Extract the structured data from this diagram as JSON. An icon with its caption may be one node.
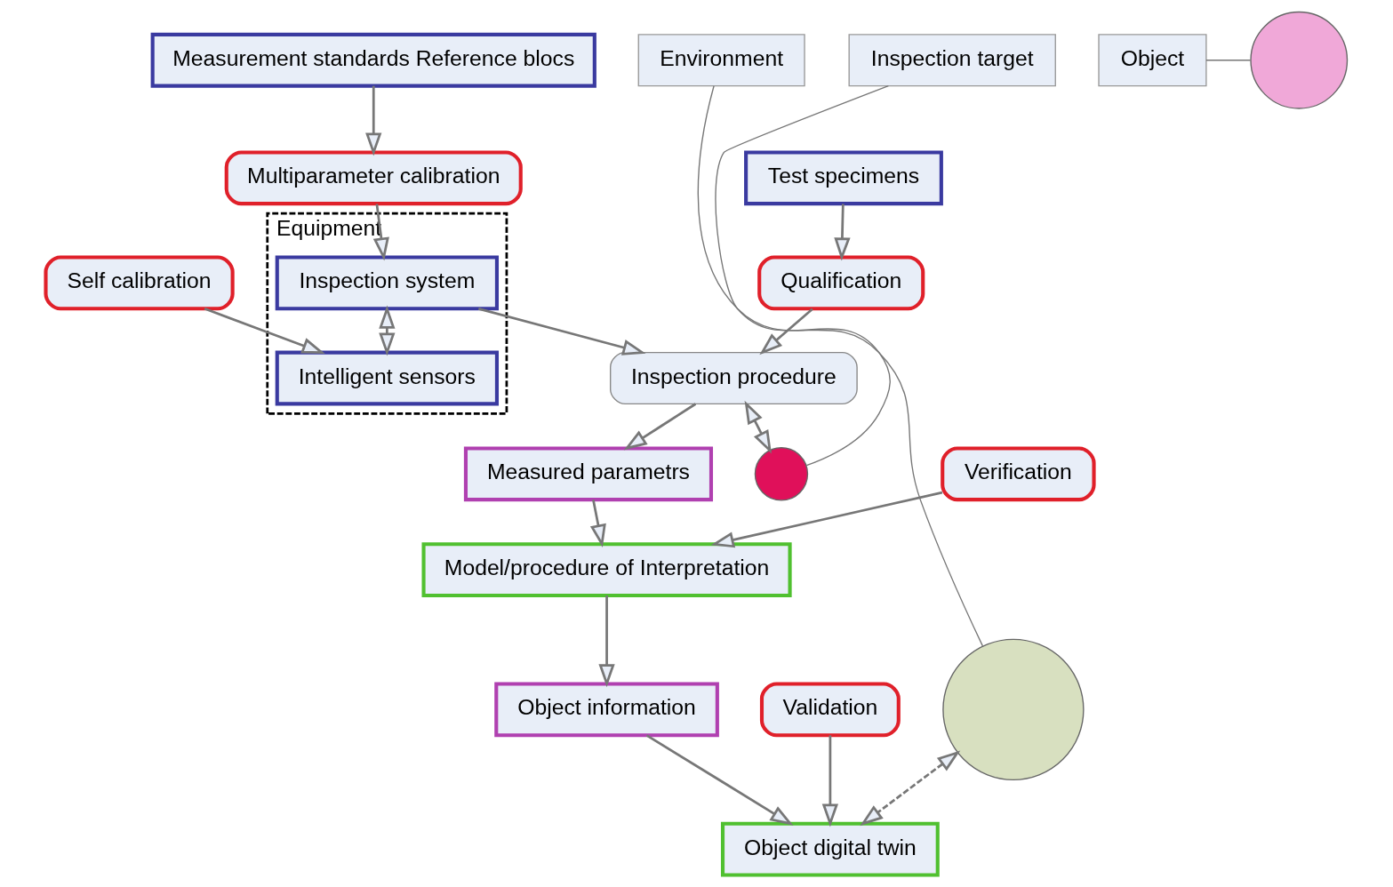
{
  "diagram": {
    "nodes": [
      {
        "text": [
          "Measurement standards Reference blocs"
        ]
      },
      {
        "text": [
          "Test specimens"
        ]
      },
      {
        "text": [
          "Object"
        ]
      },
      {
        "text": [
          "Inspection target"
        ]
      },
      {
        "text": [
          "Environment"
        ]
      },
      {
        "text": [
          "Multiparameter calibration"
        ]
      },
      {
        "text": [
          "Qualification"
        ]
      },
      {
        "text": [
          "Validation"
        ]
      },
      {
        "text": [
          "Equipment"
        ]
      },
      {
        "text": [
          "Inspection system"
        ],
        "in": 8
      },
      {
        "text": [
          "Inspection procedure"
        ]
      },
      {
        "text": [
          "Object digital twin"
        ]
      },
      {
        "text": [
          "Intelligent sensors"
        ],
        "in": 8
      },
      {
        "text": [
          "Measured parametrs"
        ]
      },
      {
        "text": [
          "Model/procedure of Interpretation"
        ]
      },
      {
        "text": [
          "Object information"
        ]
      },
      {
        "text": [
          "Self calibration"
        ]
      },
      {
        "text": [
          "Verification"
        ]
      },
      {
        "text": [],
        "shape": "circle"
      },
      {
        "text": [],
        "shape": "circle"
      },
      {
        "text": [],
        "shape": "circle"
      }
    ],
    "edges": [
      {
        "from": 0,
        "to": 5,
        "arrow": "to"
      },
      {
        "from": 5,
        "to": 9,
        "arrow": "to"
      },
      {
        "from": 1,
        "to": 6,
        "arrow": "to"
      },
      {
        "from": 6,
        "to": 10,
        "arrow": "to"
      },
      {
        "from": 9,
        "to": 10,
        "arrow": "to"
      },
      {
        "from": 9,
        "to": 12,
        "arrow": "both"
      },
      {
        "from": 16,
        "to": 12,
        "arrow": "to"
      },
      {
        "from": 10,
        "to": 20,
        "arrow": "both"
      },
      {
        "from": 18,
        "to": 11,
        "arrow": "both",
        "style": "dashed"
      },
      {
        "from": 3,
        "to": 20,
        "arrow": "none"
      },
      {
        "from": 2,
        "to": 19,
        "arrow": "none"
      },
      {
        "from": 4,
        "to": 18,
        "arrow": "none"
      },
      {
        "from": 7,
        "to": 11,
        "arrow": "to"
      },
      {
        "from": 10,
        "to": 13,
        "arrow": "to"
      },
      {
        "from": 13,
        "to": 14,
        "arrow": "to"
      },
      {
        "from": 14,
        "to": 15,
        "arrow": "to"
      },
      {
        "from": 17,
        "to": 14,
        "arrow": "to"
      },
      {
        "from": 15,
        "to": 11,
        "arrow": "to"
      }
    ]
  }
}
